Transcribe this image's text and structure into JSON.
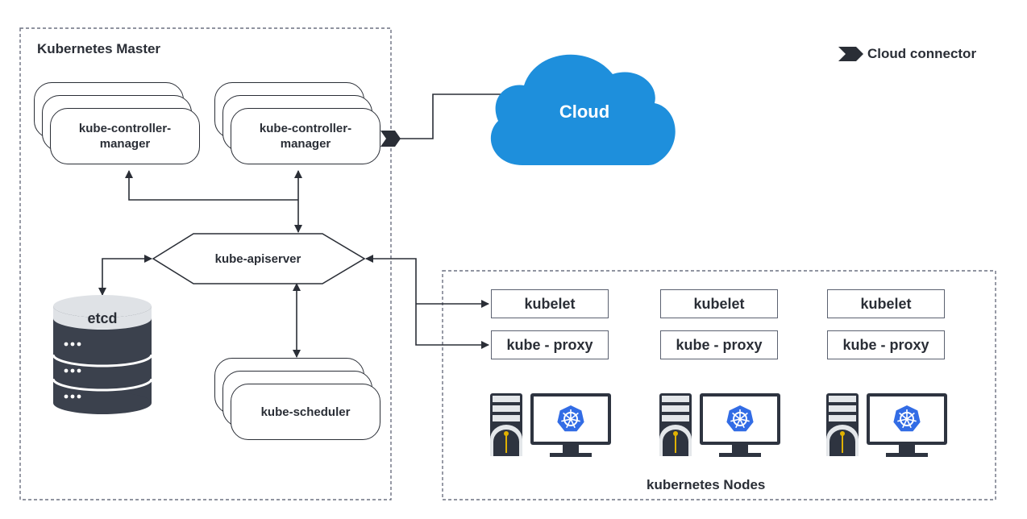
{
  "master": {
    "title": "Kubernetes Master",
    "controller_managers": [
      {
        "label": "kube-controller-\nmanager"
      },
      {
        "label": "kube-controller-\nmanager"
      }
    ],
    "apiserver": "kube-apiserver",
    "etcd": "etcd",
    "scheduler": "kube-scheduler"
  },
  "cloud": {
    "label": "Cloud",
    "color": "#1e8fdc"
  },
  "legend": {
    "label": "Cloud connector",
    "icon": "cloud-connector-icon"
  },
  "nodes": {
    "title": "kubernetes Nodes",
    "items": [
      {
        "kubelet": "kubelet",
        "proxy": "kube - proxy"
      },
      {
        "kubelet": "kubelet",
        "proxy": "kube - proxy"
      },
      {
        "kubelet": "kubelet",
        "proxy": "kube - proxy"
      }
    ],
    "logo_color": "#326ce5"
  },
  "colors": {
    "line": "#2a2e36",
    "dash": "#6b7080",
    "etcd_body": "#3b414d",
    "computer_dark": "#2e3440"
  }
}
